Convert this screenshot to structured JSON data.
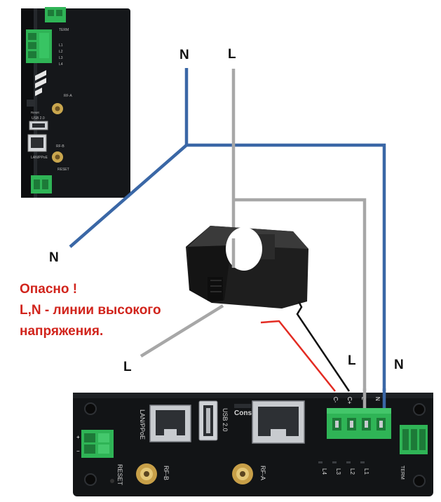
{
  "labels": {
    "n_top": "N",
    "l_top": "L",
    "n_left": "N",
    "l_left": "L",
    "l_right": "L",
    "n_right": "N"
  },
  "warning": {
    "line1": "Опасно !",
    "line2": "L,N - линии высокого",
    "line3": "напряжения."
  },
  "small_device": {
    "term": "TERM",
    "l1": "L1",
    "l2": "L2",
    "l3": "L3",
    "l4": "L4",
    "rf_a": "RF-A",
    "reset_btn": "Reset",
    "usb": "USB 2.0",
    "lan": "LAN/PPoE",
    "rf_b": "RF-B",
    "reset": "RESET"
  },
  "main_device": {
    "lan": "LAN/PPoE",
    "usb": "USB 2.0",
    "console": "Conso",
    "rf_b": "RF-B",
    "rf_a": "RF-A",
    "reset": "RESET",
    "term": "TERM",
    "plus": "+",
    "minus": "−",
    "c_minus": "C-",
    "c_plus": "C+",
    "l": "L",
    "n": "N",
    "l4": "L4",
    "l3": "L3",
    "l2": "L2",
    "l1": "L1"
  },
  "colors": {
    "neutral_wire": "#3a67a6",
    "live_wire": "#a7a7a7",
    "ct_positive": "#e32b22",
    "ct_negative": "#111111",
    "warning_text": "#d1241c",
    "device_body": "#121416",
    "terminal_green": "#2fb456"
  }
}
